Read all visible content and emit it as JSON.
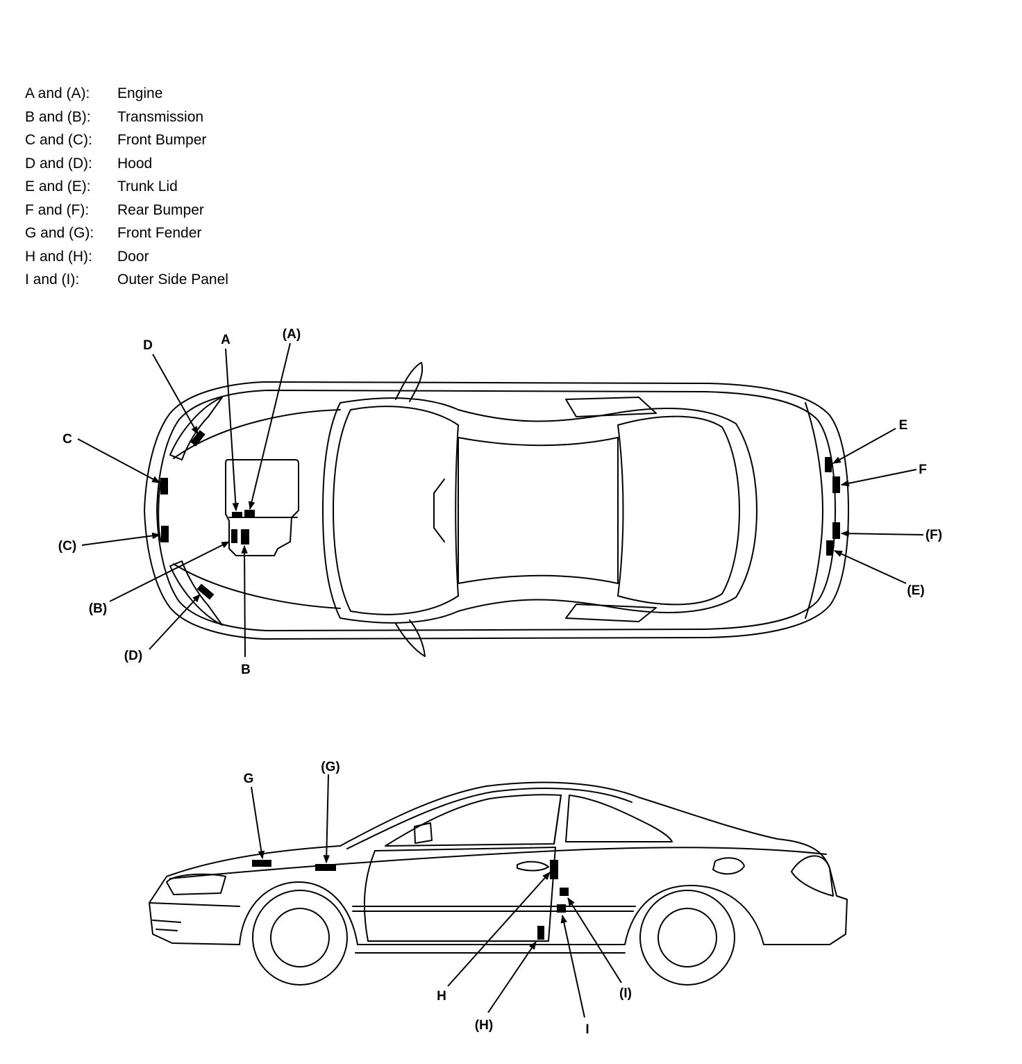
{
  "legend": [
    {
      "key": "A and (A):",
      "value": "Engine"
    },
    {
      "key": "B and (B):",
      "value": "Transmission"
    },
    {
      "key": "C and (C):",
      "value": "Front Bumper"
    },
    {
      "key": "D and (D):",
      "value": "Hood"
    },
    {
      "key": "E and (E):",
      "value": "Trunk Lid"
    },
    {
      "key": "F and (F):",
      "value": "Rear Bumper"
    },
    {
      "key": "G and (G):",
      "value": "Front Fender"
    },
    {
      "key": "H and (H):",
      "value": "Door"
    },
    {
      "key": "I and (I):",
      "value": "Outer Side Panel"
    }
  ],
  "top_view": {
    "labels": {
      "D": "D",
      "A": "A",
      "A_paren": "(A)",
      "C": "C",
      "C_paren": "(C)",
      "B_paren": "(B)",
      "D_paren": "(D)",
      "B": "B",
      "E": "E",
      "F": "F",
      "F_paren": "(F)",
      "E_paren": "(E)"
    }
  },
  "side_view": {
    "labels": {
      "G": "G",
      "G_paren": "(G)",
      "H": "H",
      "H_paren": "(H)",
      "I": "I",
      "I_paren": "(I)"
    }
  }
}
